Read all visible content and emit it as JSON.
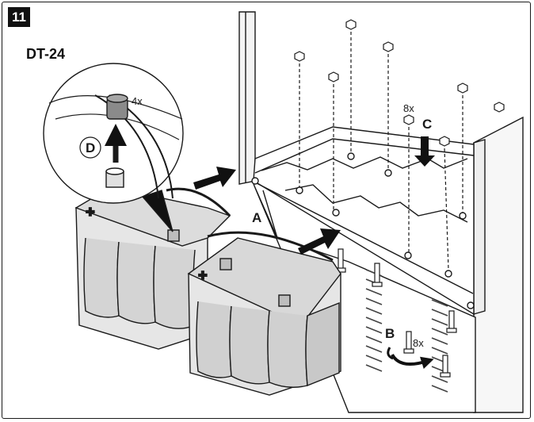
{
  "step": "11",
  "model": "DT-24",
  "callouts": {
    "a": "A",
    "b": "B",
    "c": "C",
    "d": "D",
    "qty_caps": "4x",
    "qty_nuts": "8x",
    "qty_bolts": "8x"
  },
  "colors": {
    "line": "#1a1a1a",
    "battery_fill": "#e6e6e6",
    "battery_shade": "#cfcfcf",
    "arrow": "#111111"
  }
}
